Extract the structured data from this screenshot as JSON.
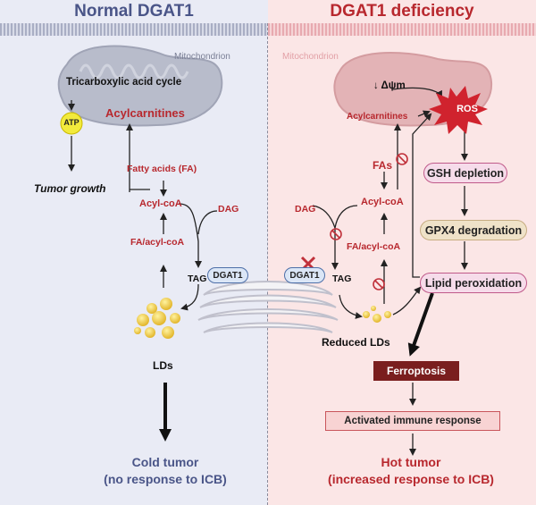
{
  "left": {
    "title": "Normal DGAT1",
    "mitochondrion": "Mitochondrion",
    "tca": "Tricarboxylic acid cycle",
    "acylcarnitines": "Acylcarnitines",
    "atp": "ATP",
    "tumor_growth": "Tumor growth",
    "fatty_acids": "Fatty acids (FA)",
    "acyl_coa": "Acyl-coA",
    "dag": "DAG",
    "fa_acyl_coa": "FA/acyl-coA",
    "dgat1": "DGAT1",
    "tag": "TAG",
    "lds": "LDs",
    "cold_tumor": "Cold tumor",
    "cold_tumor_sub": "(no response to ICB)"
  },
  "right": {
    "title": "DGAT1 deficiency",
    "mitochondrion": "Mitochondrion",
    "delta_psi": "↓ Δψm",
    "acylcarnitines": "Acylcarnitines",
    "ros": "ROS",
    "fas": "FAs",
    "acyl_coa": "Acyl-coA",
    "dag": "DAG",
    "fa_acyl_coa": "FA/acyl-coA",
    "dgat1": "DGAT1",
    "tag": "TAG",
    "reduced_lds": "Reduced LDs",
    "gsh": "GSH depletion",
    "gpx4": "GPX4 degradation",
    "lipid_perox": "Lipid peroxidation",
    "ferroptosis": "Ferroptosis",
    "immune": "Activated immune response",
    "hot_tumor": "Hot tumor",
    "hot_tumor_sub": "(increased response to ICB)"
  },
  "colors": {
    "left_title": "#4a5588",
    "right_title": "#b8282e",
    "red_text": "#b8282e",
    "ferroptosis_fill": "#7a1e1e"
  }
}
